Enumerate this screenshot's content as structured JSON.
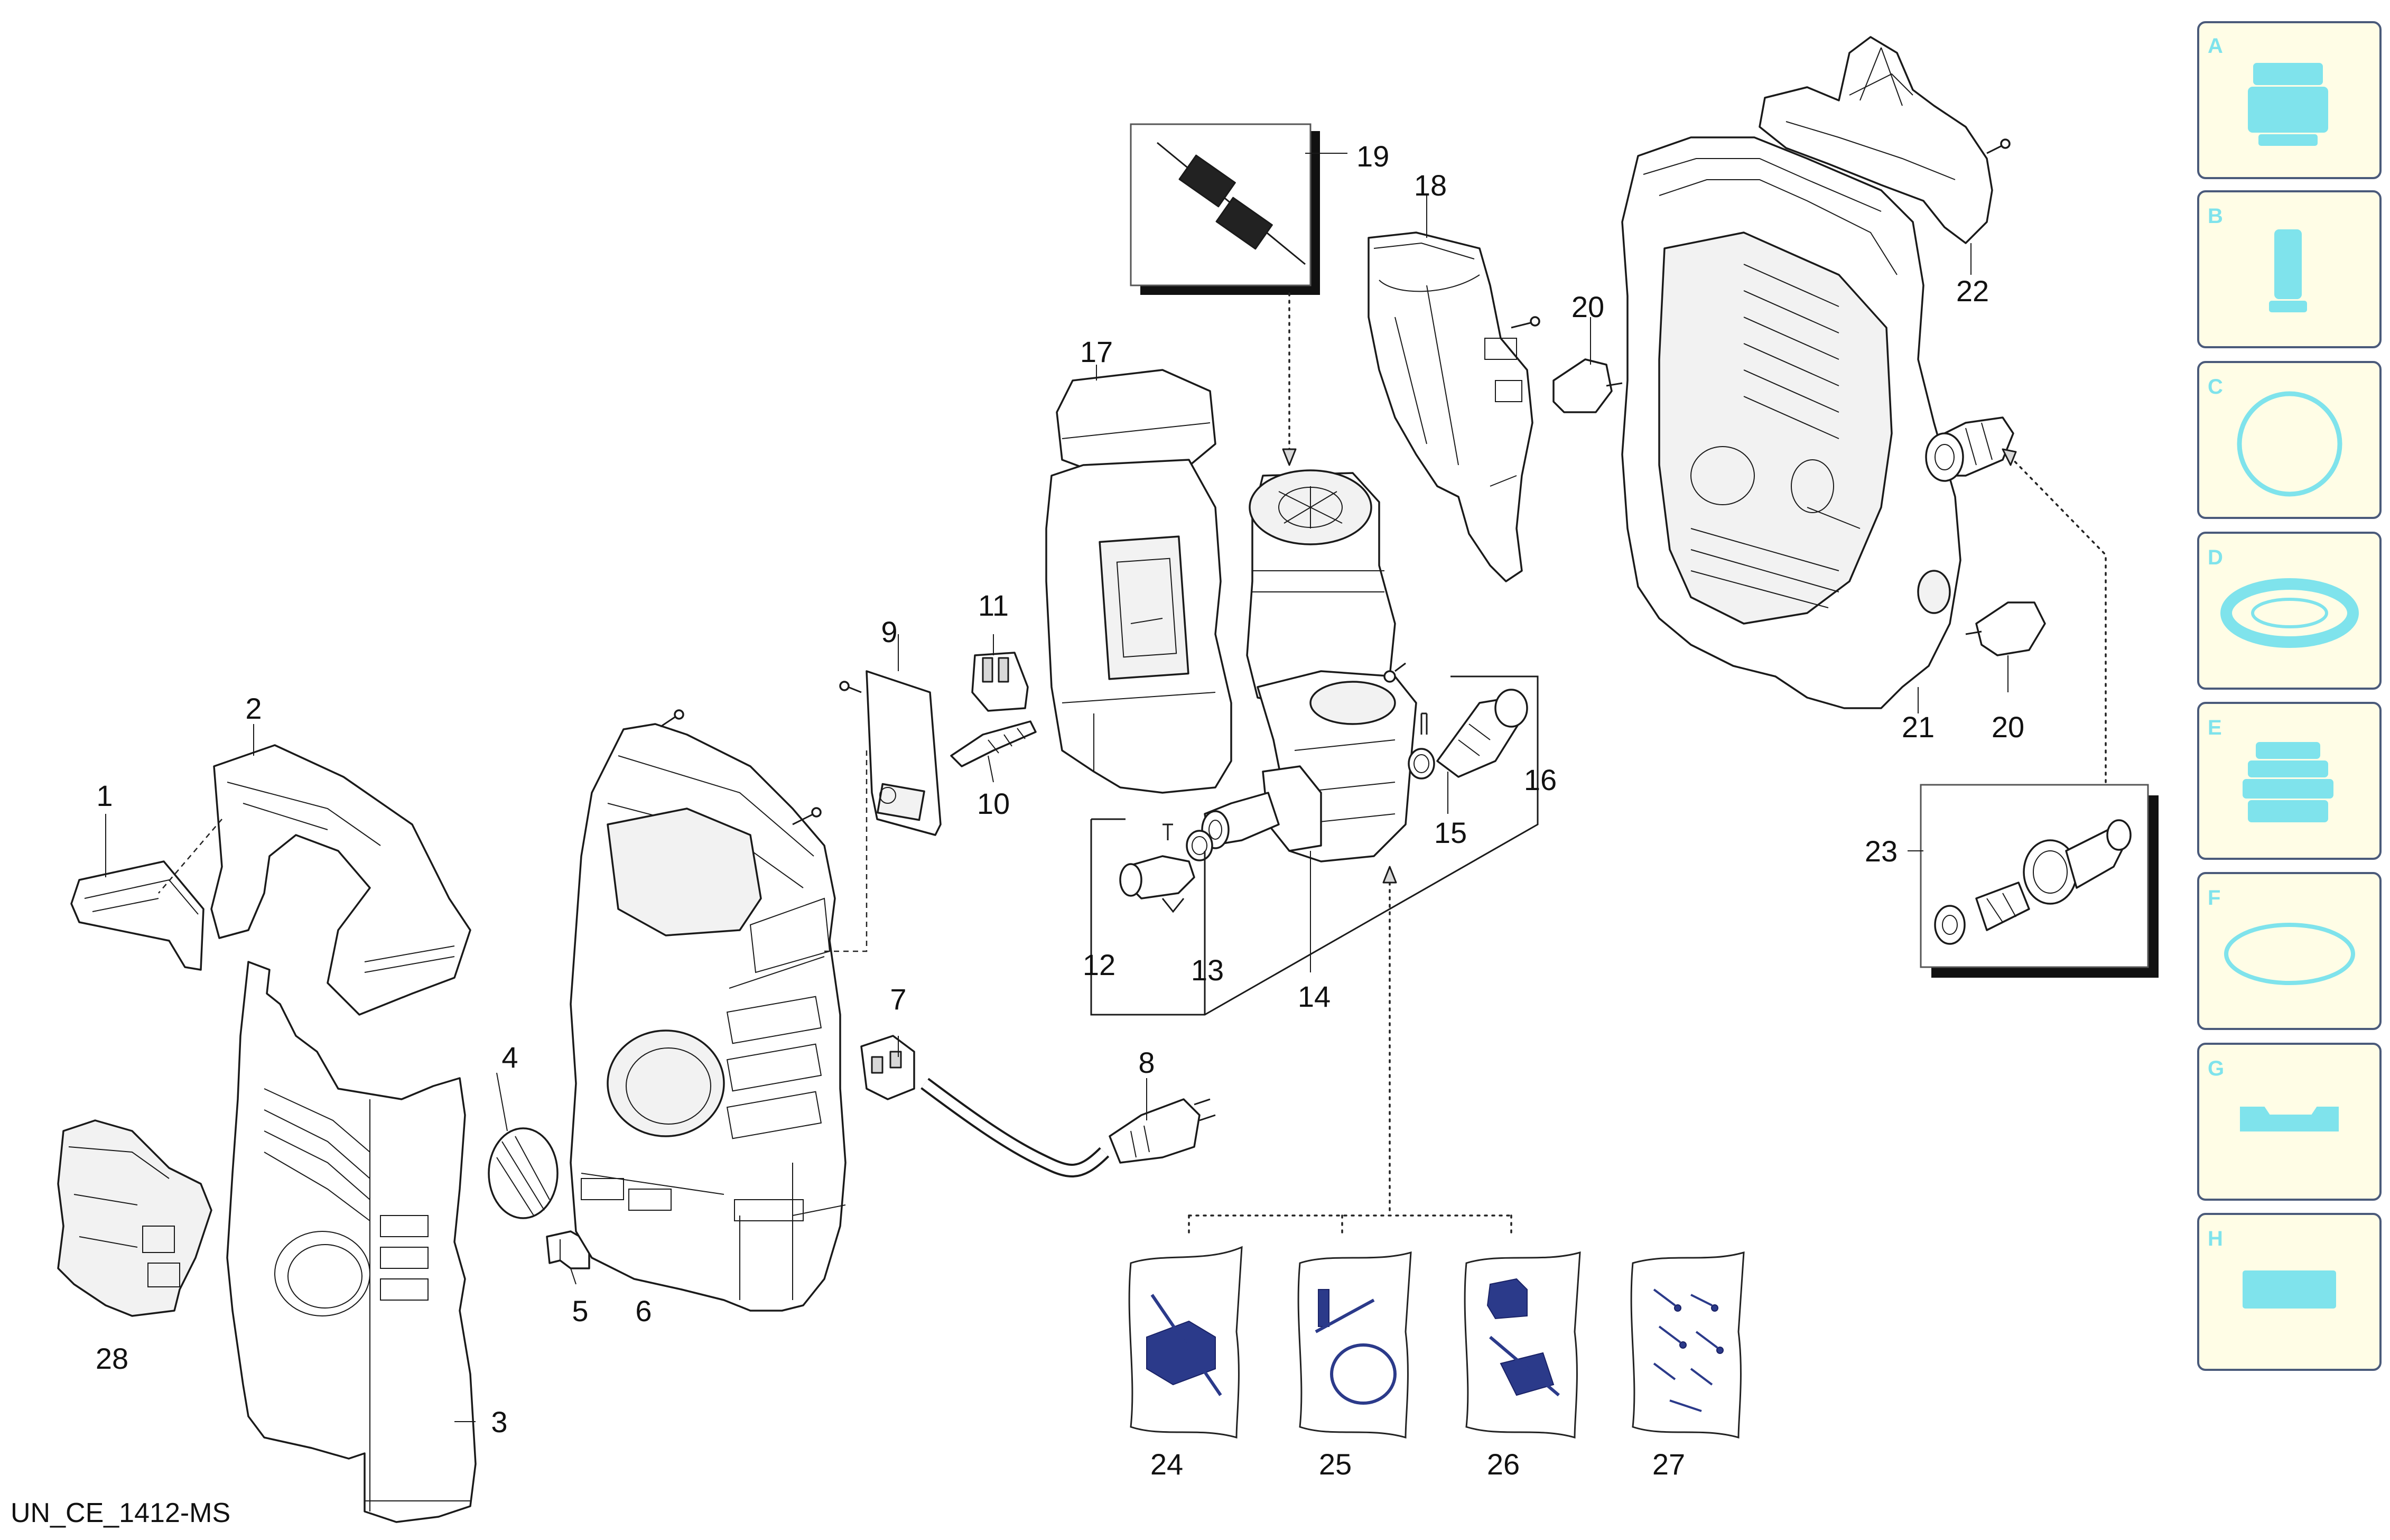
{
  "callouts": {
    "n1": "1",
    "n2": "2",
    "n3": "3",
    "n4": "4",
    "n5": "5",
    "n6": "6",
    "n7": "7",
    "n8": "8",
    "n9": "9",
    "n10": "10",
    "n11": "11",
    "n12": "12",
    "n13": "13",
    "n14": "14",
    "n15": "15",
    "n16": "16",
    "n17": "17",
    "n18": "18",
    "n19": "19",
    "n20a": "20",
    "n20b": "20",
    "n21": "21",
    "n22": "22",
    "n23": "23",
    "n24": "24",
    "n25": "25",
    "n26": "26",
    "n27": "27",
    "n28": "28"
  },
  "drawing_code": "UN_CE_1412-MS",
  "legend": [
    {
      "letter": "A",
      "icon": "nozzle-icon"
    },
    {
      "letter": "B",
      "icon": "pin-icon"
    },
    {
      "letter": "C",
      "icon": "o-ring-icon"
    },
    {
      "letter": "D",
      "icon": "seal-ring-icon"
    },
    {
      "letter": "E",
      "icon": "valve-icon"
    },
    {
      "letter": "F",
      "icon": "gasket-icon"
    },
    {
      "letter": "G",
      "icon": "washer-flat-icon"
    },
    {
      "letter": "H",
      "icon": "filter-block-icon"
    }
  ],
  "colors": {
    "legend_panel_bg": "#fffde6",
    "legend_panel_border": "#4a5a7a",
    "legend_accent": "#7fe3ec",
    "kit_bag_parts": "#2b3a8a"
  }
}
